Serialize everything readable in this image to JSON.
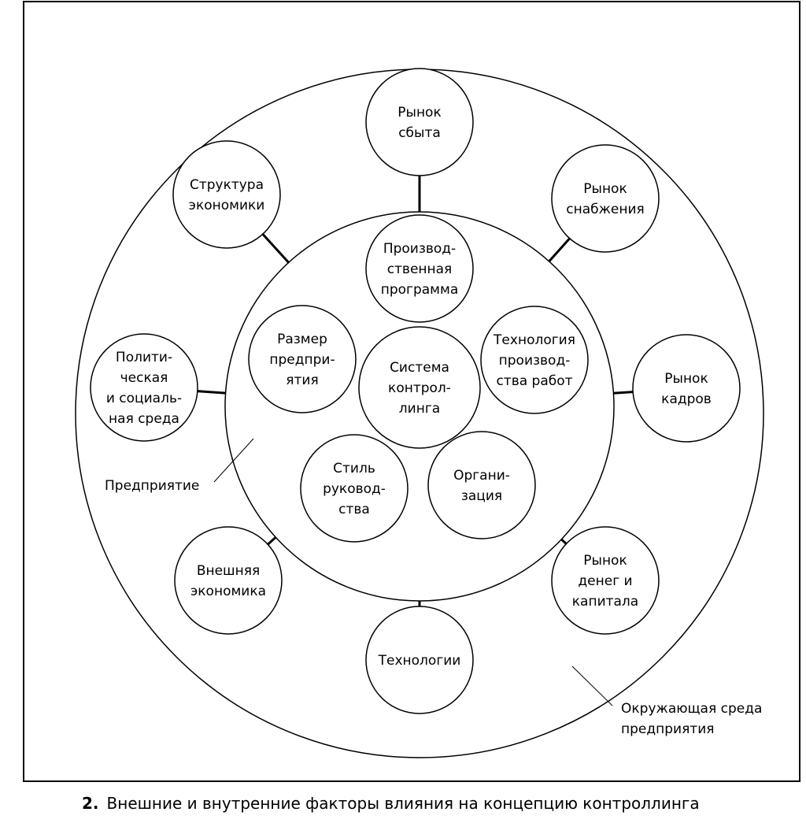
{
  "figure": {
    "number": "2.",
    "caption": "Внешние и внутренние факторы влияния на концепцию контроллинга"
  },
  "colors": {
    "stroke": "#000000",
    "background": "#ffffff"
  },
  "zones": {
    "enterprise_label": "Предприятие",
    "environment_label": [
      "Окружающая среда",
      "предприятия"
    ]
  },
  "core": {
    "id": "controlling-system",
    "lines": [
      "Система",
      "контрол-",
      "линга"
    ]
  },
  "internal_factors": [
    {
      "id": "production-program",
      "lines": [
        "Производ-",
        "ственная",
        "программа"
      ]
    },
    {
      "id": "company-size",
      "lines": [
        "Размер",
        "предпри-",
        "ятия"
      ]
    },
    {
      "id": "production-technology",
      "lines": [
        "Технология",
        "производ-",
        "ства работ"
      ]
    },
    {
      "id": "management-style",
      "lines": [
        "Стиль",
        "руковод-",
        "ства"
      ]
    },
    {
      "id": "organization",
      "lines": [
        "Органи-",
        "зация"
      ]
    }
  ],
  "external_factors": [
    {
      "id": "sales-market",
      "lines": [
        "Рынок",
        "сбыта"
      ]
    },
    {
      "id": "supply-market",
      "lines": [
        "Рынок",
        "снабжения"
      ]
    },
    {
      "id": "labor-market",
      "lines": [
        "Рынок",
        "кадров"
      ]
    },
    {
      "id": "capital-market",
      "lines": [
        "Рынок",
        "денег и",
        "капитала"
      ]
    },
    {
      "id": "technologies",
      "lines": [
        "Технологии"
      ]
    },
    {
      "id": "external-economy",
      "lines": [
        "Внешняя",
        "экономика"
      ]
    },
    {
      "id": "political-social-environment",
      "lines": [
        "Полити-",
        "ческая",
        "и социаль-",
        "ная среда"
      ]
    },
    {
      "id": "economic-structure",
      "lines": [
        "Структура",
        "экономики"
      ]
    }
  ]
}
